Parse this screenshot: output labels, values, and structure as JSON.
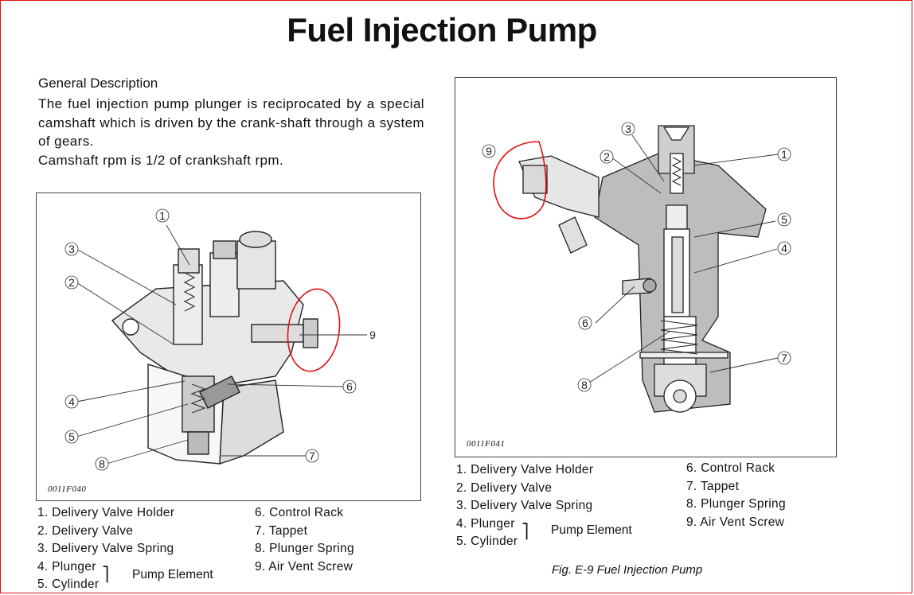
{
  "page": {
    "title": "Fuel Injection Pump",
    "section_heading": "General Description",
    "paragraphs": [
      "The fuel injection pump plunger is reciprocated by a special camshaft which is driven by the crank-shaft through a system of gears.",
      "Camshaft rpm is 1/2 of crankshaft rpm."
    ]
  },
  "figure_left": {
    "code": "0011F040",
    "callouts": [
      "1",
      "2",
      "3",
      "4",
      "5",
      "6",
      "7",
      "8",
      "9"
    ]
  },
  "figure_right": {
    "code": "0011F041",
    "callouts": [
      "1",
      "2",
      "3",
      "4",
      "5",
      "6",
      "7",
      "8",
      "9"
    ],
    "caption": "Fig. E-9 Fuel Injection Pump"
  },
  "legend": {
    "col1": [
      "1. Delivery Valve Holder",
      "2. Delivery Valve",
      "3. Delivery Valve Spring",
      "4. Plunger",
      "5. Cylinder"
    ],
    "col2": [
      "6. Control Rack",
      "7. Tappet",
      "8. Plunger Spring",
      "9. Air Vent Screw"
    ],
    "bracket_label": "Pump Element"
  },
  "annotation_color": "#e01010"
}
